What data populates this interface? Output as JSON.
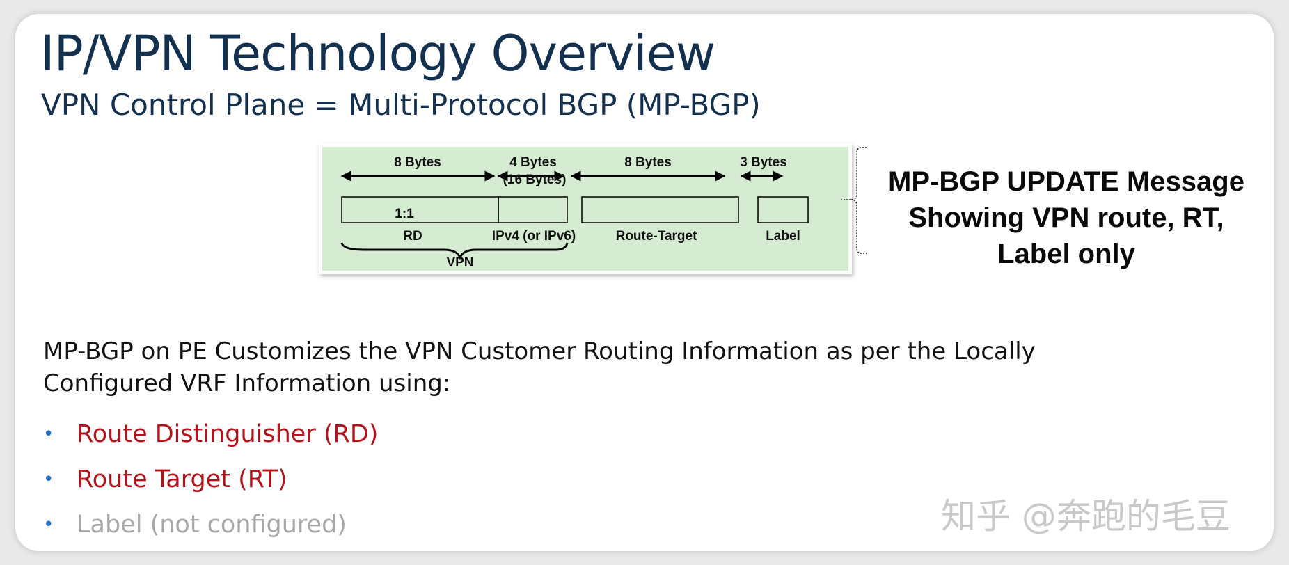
{
  "slide": {
    "title": "IP/VPN Technology Overview",
    "subtitle": "VPN Control Plane = Multi-Protocol BGP (MP-BGP)"
  },
  "diagram": {
    "fields": {
      "rd_size": "8 Bytes",
      "ip_size": "4 Bytes",
      "ip_size_alt": "(16 Bytes)",
      "rt_size": "8 Bytes",
      "label_size": "3 Bytes",
      "rd_value": "1:1",
      "rd_label": "RD",
      "ip_label": "IPv4 (or IPv6)",
      "rt_label": "Route-Target",
      "label_label": "Label",
      "vpn_label": "VPN"
    },
    "background_color": "#d6ecd2"
  },
  "callout": {
    "line1": "MP-BGP UPDATE Message",
    "line2": "Showing VPN route, RT,",
    "line3": "Label only"
  },
  "intro": {
    "line1": "MP-BGP on PE Customizes the VPN Customer Routing Information as per the Locally",
    "line2": "Configured VRF Information using:"
  },
  "bullets": [
    {
      "text": "Route Distinguisher (RD)",
      "color": "#b3141c"
    },
    {
      "text": "Route Target (RT)",
      "color": "#b3141c"
    },
    {
      "text": "Label (not configured)",
      "color": "#a8a8a8"
    }
  ],
  "bullet_color": "#1f6fc5",
  "watermark": "知乎 @奔跑的毛豆"
}
